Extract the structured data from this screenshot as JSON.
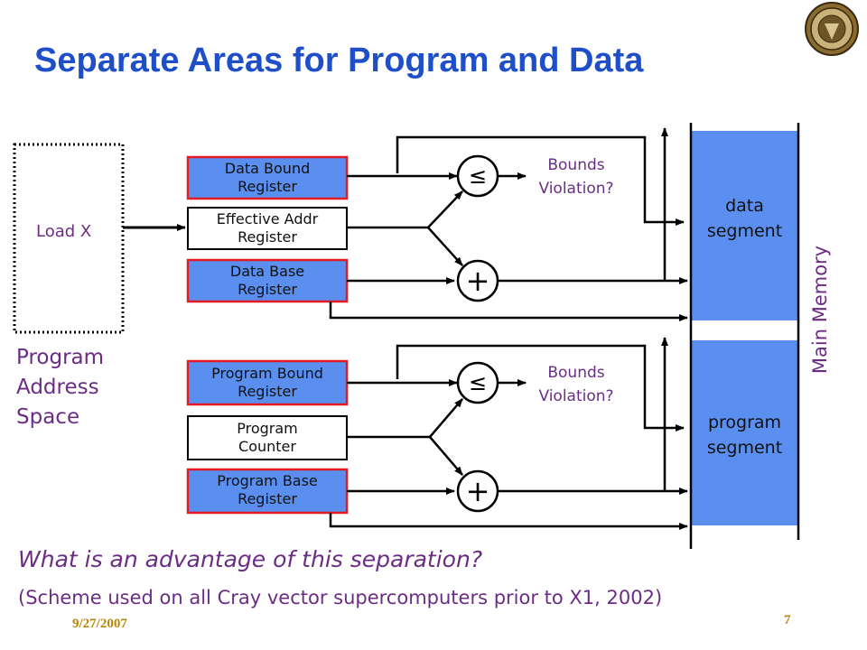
{
  "slide": {
    "title": "Separate Areas for Program and Data",
    "load_x": "Load X",
    "program_address_space": [
      "Program",
      "Address",
      "Space"
    ],
    "question": "What is an advantage of this separation?",
    "note": "(Scheme used on all Cray vector supercomputers prior to X1, 2002)",
    "date": "9/27/2007",
    "page_number": "7",
    "main_memory": "Main Memory",
    "data_segment": [
      "data",
      "segment"
    ],
    "program_segment": [
      "program",
      "segment"
    ],
    "bounds_violation": [
      "Bounds",
      "Violation?"
    ],
    "compare_symbol": "≤",
    "add_symbol": "+"
  },
  "registers": {
    "data_bound": [
      "Data Bound",
      "Register"
    ],
    "effective_addr": [
      "Effective Addr",
      "Register"
    ],
    "data_base": [
      "Data Base",
      "Register"
    ],
    "program_bound": [
      "Program Bound",
      "Register"
    ],
    "program_counter": [
      "Program",
      "Counter"
    ],
    "program_base": [
      "Program Base",
      "Register"
    ]
  },
  "colors": {
    "title": "#1f4fc8",
    "register_fill": "#5a8ff0",
    "register_border": "#e31b23",
    "segment_fill": "#5a8ff0",
    "annotation": "#6b2d84",
    "footer": "#b8860b"
  }
}
